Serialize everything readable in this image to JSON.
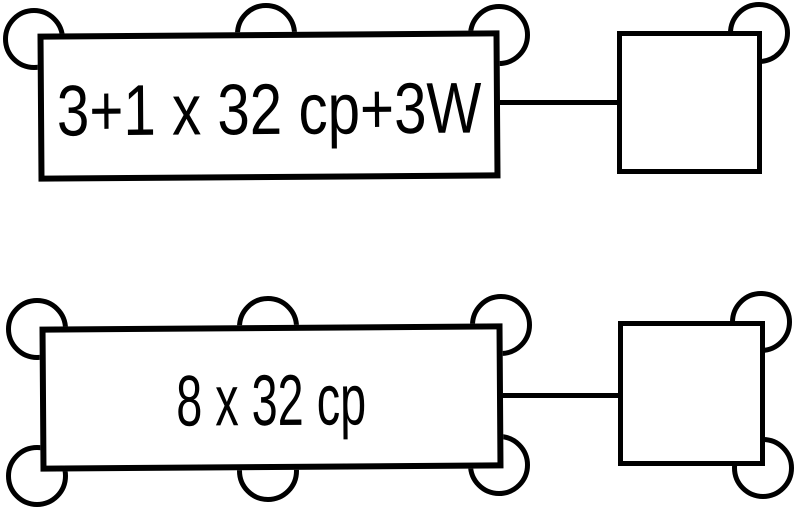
{
  "diagram": {
    "colors": {
      "background": "#ffffff",
      "stroke": "#000000"
    },
    "units": [
      {
        "label": "3+1 x 32 cp+3W",
        "main_bulbs": 3,
        "satellite_bulbs": 1
      },
      {
        "label": "8 x 32 cp",
        "main_bulbs": 6,
        "satellite_bulbs": 2
      }
    ]
  }
}
